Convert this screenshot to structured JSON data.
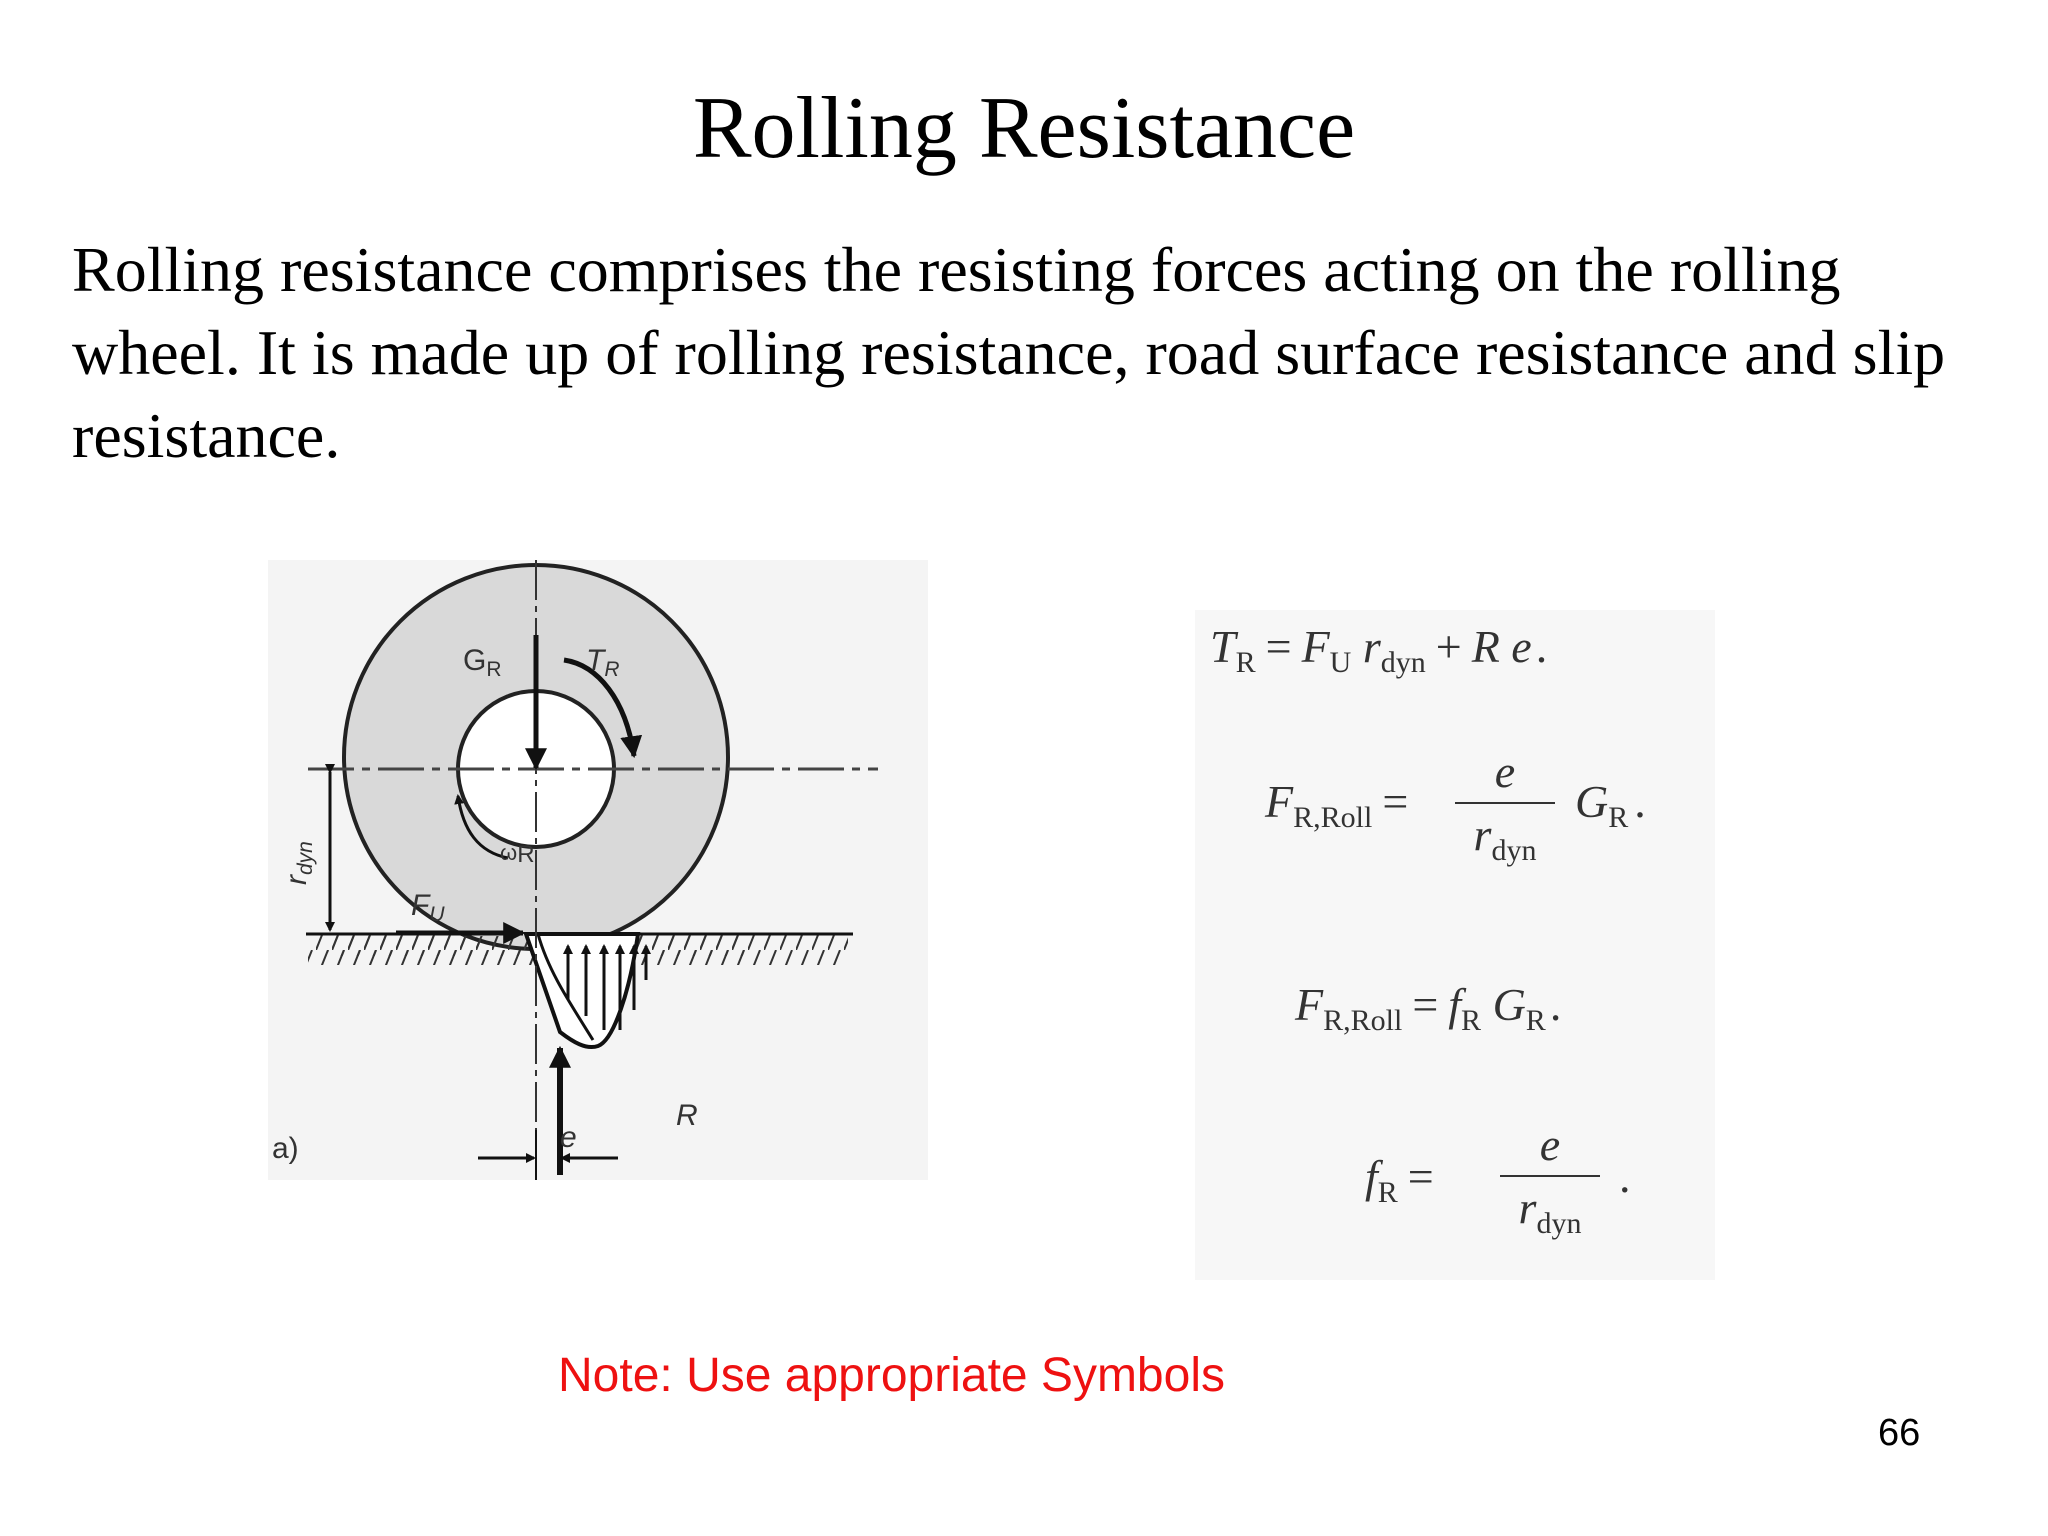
{
  "slide": {
    "title": "Rolling Resistance",
    "body": "Rolling resistance comprises the resisting forces acting on the rolling wheel. It is made up of rolling resistance, road surface resistance and slip resistance.",
    "note": "Note: Use appropriate Symbols",
    "page_number": "66"
  },
  "diagram": {
    "label_G": "G",
    "label_G_sub": "R",
    "label_T": "T",
    "label_T_sub": "R",
    "label_omega": "ω",
    "label_omega_sub": "R",
    "label_r": "r",
    "label_r_sub": "dyn",
    "label_F": "F",
    "label_F_sub": "U",
    "label_R": "R",
    "label_e": "e",
    "label_panel": "a)"
  },
  "formulas": {
    "eq1": {
      "lhs": "T",
      "lhs_sub": "R",
      "op": "=",
      "t1": "F",
      "t1_sub": "U",
      "t2": "r",
      "t2_sub": "dyn",
      "plus": "+",
      "t3": "R e",
      "end": "."
    },
    "eq2": {
      "lhs": "F",
      "lhs_sub": "R,Roll",
      "op": "=",
      "num": "e",
      "den": "r",
      "den_sub": "dyn",
      "t": "G",
      "t_sub": "R",
      "end": "."
    },
    "eq3": {
      "lhs": "F",
      "lhs_sub": "R,Roll",
      "op": "=",
      "t1": "f",
      "t1_sub": "R",
      "t2": "G",
      "t2_sub": "R",
      "end": "."
    },
    "eq4": {
      "lhs": "f",
      "lhs_sub": "R",
      "op": "=",
      "num": "e",
      "den": "r",
      "den_sub": "dyn",
      "end": "."
    }
  },
  "colors": {
    "note": "#ee1111",
    "wheel_fill": "#d9d9d9"
  }
}
